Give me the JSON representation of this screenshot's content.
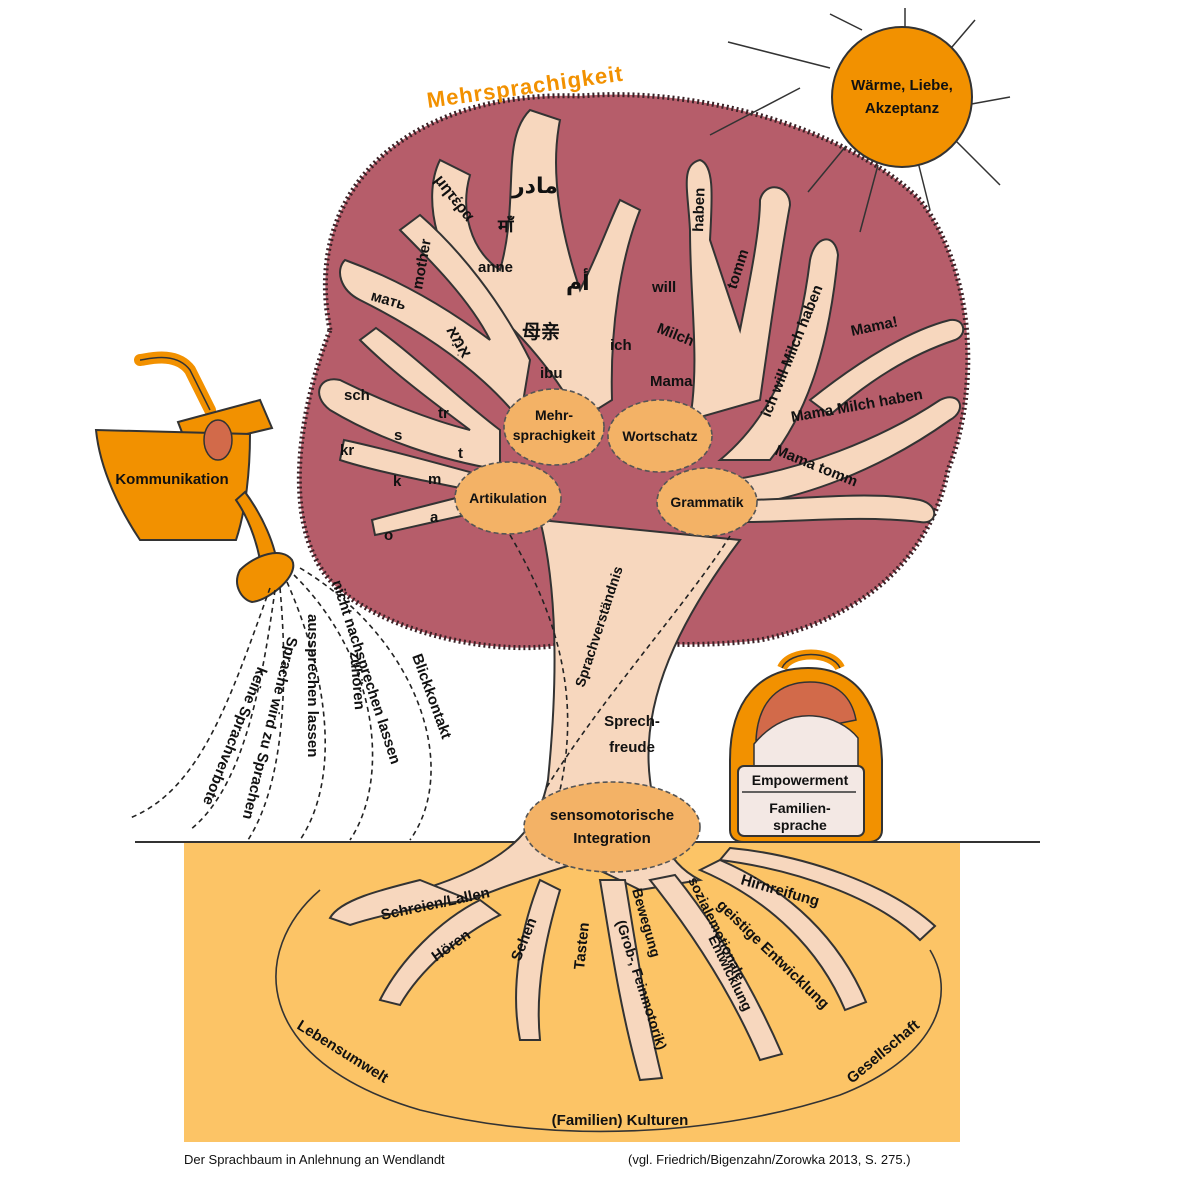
{
  "title": "Mehrsprachigkeit",
  "sun": {
    "line1": "Wärme, Liebe,",
    "line2": "Akzeptanz"
  },
  "watering_can": {
    "label": "Kommunikation"
  },
  "water_streams": [
    "keine Sprachverbote",
    "Sprache wird zu Sprachen",
    "aussprechen lassen",
    "zuhören",
    "nicht nachsprechen lassen",
    "Blickkontakt"
  ],
  "backpack": {
    "top": "Empowerment",
    "bottom1": "Familien-",
    "bottom2": "sprache"
  },
  "core_nodes": {
    "mehrsprachigkeit1": "Mehr-",
    "mehrsprachigkeit2": "sprachigkeit",
    "wortschatz": "Wortschatz",
    "artikulation": "Artikulation",
    "grammatik": "Grammatik",
    "sensomotorik1": "sensomotorische",
    "sensomotorik2": "Integration"
  },
  "trunk": {
    "sprachverstaendnis": "Sprachverständnis",
    "sprechfreude1": "Sprech-",
    "sprechfreude2": "freude"
  },
  "mother_words": {
    "meter": "μητέρα",
    "madar": "مادر",
    "maa": "माँ",
    "anne": "anne",
    "umm": "أم",
    "mother": "mother",
    "mat": "мать",
    "ima": "אִמָּא",
    "muqin": "母亲",
    "ibu": "ibu"
  },
  "sounds": {
    "sch": "sch",
    "kr": "kr",
    "s": "s",
    "k": "k",
    "tr": "tr",
    "t": "t",
    "m": "m",
    "a": "a",
    "o": "o"
  },
  "vocab_words": {
    "haben": "haben",
    "tomm": "tomm",
    "will": "will",
    "milch": "Milch",
    "ich": "ich",
    "mama": "Mama"
  },
  "grammar_phrases": {
    "p1": "ich will Milch haben",
    "p2": "Mama!",
    "p3": "Mama Milch haben",
    "p4": "Mama tomm"
  },
  "roots": {
    "schreien": "Schreien/Lallen",
    "hoeren": "Hören",
    "sehen": "Sehen",
    "tasten": "Tasten",
    "bewegung1": "Bewegung",
    "bewegung2": "(Grob-, Feinmotorik)",
    "sozial1": "sozialemotionale",
    "sozial2": "Entwicklung",
    "geistig": "geistige Entwicklung",
    "hirnreifung": "Hirnreifung"
  },
  "ground_arc": {
    "lebensumwelt": "Lebensumwelt",
    "kulturen": "(Familien) Kulturen",
    "gesellschaft": "Gesellschaft"
  },
  "captions": {
    "left": "Der Sprachbaum in Anlehnung an Wendlandt",
    "right": "(vgl. Friedrich/Bigenzahn/Zorowka 2013, S. 275.)"
  },
  "colors": {
    "crown": "#B65D6A",
    "branch": "#F7D7BE",
    "orange": "#F29100",
    "node": "#F3B266",
    "soil": "#FCC466"
  }
}
